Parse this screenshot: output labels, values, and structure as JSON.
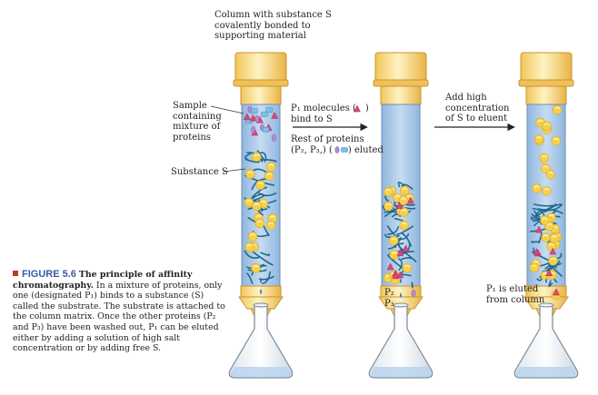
{
  "labels": {
    "column_title_lines": [
      "Column with substance S",
      "covalently bonded to",
      "supporting material"
    ],
    "sample_lines": [
      "Sample",
      "containing",
      "mixture of",
      "proteins"
    ],
    "substance_s": "Substance S",
    "p1_binds_lines": [
      "P₁ molecules (",
      ")",
      "bind to S"
    ],
    "rest_lines": [
      "Rest of proteins",
      "(P₂, P₃,) (",
      ") eluted"
    ],
    "add_high_lines": [
      "Add high",
      "concentration",
      "of S to eluent"
    ],
    "p2": "P₂",
    "p3": "P₃",
    "p1_eluted_lines": [
      "P₁ is eluted",
      "from column"
    ]
  },
  "caption": {
    "figure_label": "FIGURE 5.6",
    "title": "The principle of affinity chromatography.",
    "body": "In a mixture of proteins, only one (designated P₁) binds to a substance (S) called the substrate. The substrate is attached to the column matrix. Once the other proteins (P₂ and P₃) have been washed out, P₁ can be eluted either by adding a solution of high salt concentration or by adding free S."
  },
  "colors": {
    "cap_light": "#fde9a8",
    "cap_dark": "#f2c65a",
    "column_fill": "#a9c8e8",
    "matrix_strand": "#1f6a8e",
    "substance_bead": "#f5d04a",
    "p1_protein": "#e0457b",
    "p2_protein": "#b58ad6",
    "p3_protein": "#7ec0e8",
    "eluent": "#2f7cc4",
    "caption_heading": "#3a5aa8"
  }
}
